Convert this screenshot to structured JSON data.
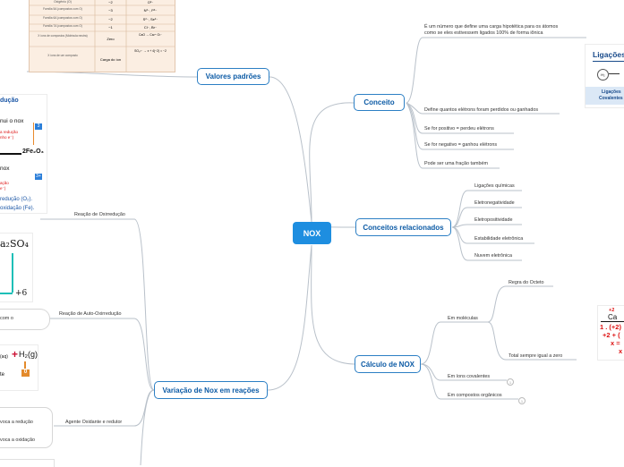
{
  "root": {
    "label": "NOX"
  },
  "right": {
    "conceito": {
      "label": "Conceito",
      "leaves": [
        "É um número que define uma carga hipotética para os átomos",
        "como se eles estivessem ligados 100% de forma iônica",
        "Define quantos elétrons foram perdidos ou ganhados",
        "Se for positivo = perdeu elétrons",
        "Se for negativo = ganhou elétrons",
        "Pode ser uma fração também"
      ]
    },
    "conceitos_relacionados": {
      "label": "Conceitos relacionados",
      "leaves": [
        "Ligações químicas",
        "Eletronegatividade",
        "Eletropositividade",
        "Estabilidade eletrônica",
        "Nuvem eletrônica"
      ]
    },
    "calculo": {
      "label": "Cálculo de NOX",
      "em_moleculas": "Em moléculas",
      "regra_octeto": "Regra do Octeto",
      "total_zero": "Total sempre igual a zero",
      "em_ions": "Em íons covalentes",
      "em_organicos": "Em compostos orgânicos"
    }
  },
  "left": {
    "valores": {
      "label": "Valores padrões"
    },
    "variacao": {
      "label": "Variação de Nox em reações",
      "reacao_oxi": "Reação de Oxirredução",
      "auto_oxi": "Reação de Auto-Oxirredução",
      "agente": "Agente Oxidante e redutor"
    }
  },
  "images": {
    "ligacoes_title": "Ligações",
    "ligacoes_atom": "H₂",
    "ligacoes_caption_1": "Ligações",
    "ligacoes_caption_2": "Covalentes",
    "ca_charge": "+2",
    "ca_symbol": "Ca",
    "ca_line1": "1 . (+2)",
    "ca_line2": "+2 + (",
    "ca_line3": "x =",
    "ca_line4": "x",
    "table_rows": [
      [
        "Oxigênio (O)",
        "−2",
        "O²⁻"
      ],
      [
        "Família 5A (compostos com O)",
        "−3",
        "N³⁻, P³⁻"
      ],
      [
        "Família 6A (compostos com O)",
        "−2",
        "S²⁻, Se²⁻"
      ],
      [
        "Família 7A (compostos com O)",
        "−1",
        "Cl⁻, Br⁻"
      ],
      [
        "X íons de compostos (Molécula neutra)",
        "Zero",
        "CaO → Ca²⁺ O²⁻"
      ],
      [
        "X íons de um composto",
        "Carga do íon",
        "SO₄²⁻ → x + 4(−2) = −2"
      ]
    ],
    "redox_title": "dução",
    "redox_line1": "nui o nox",
    "redox_line2": "a redução",
    "redox_line3": "nho e⁻)",
    "redox_product": "2Fe₂O₃",
    "redox_line4": "nox",
    "redox_line5": "ação",
    "redox_line6": "e⁻)",
    "redox_num_top": "3",
    "redox_num_bottom": "3+",
    "redox_foot1": "redução (O₂).",
    "redox_foot2": "oxidação (Fe).",
    "naso_formula": "a₂SO₄",
    "naso_charge": "+6",
    "com_o": "com o",
    "h2_species": "(aq)",
    "h2_formula": "H₂(g)",
    "h2_zero": "0",
    "h2_side": "te",
    "agente_note1": "voca a redução",
    "agente_note2": "voca a oxidação"
  }
}
